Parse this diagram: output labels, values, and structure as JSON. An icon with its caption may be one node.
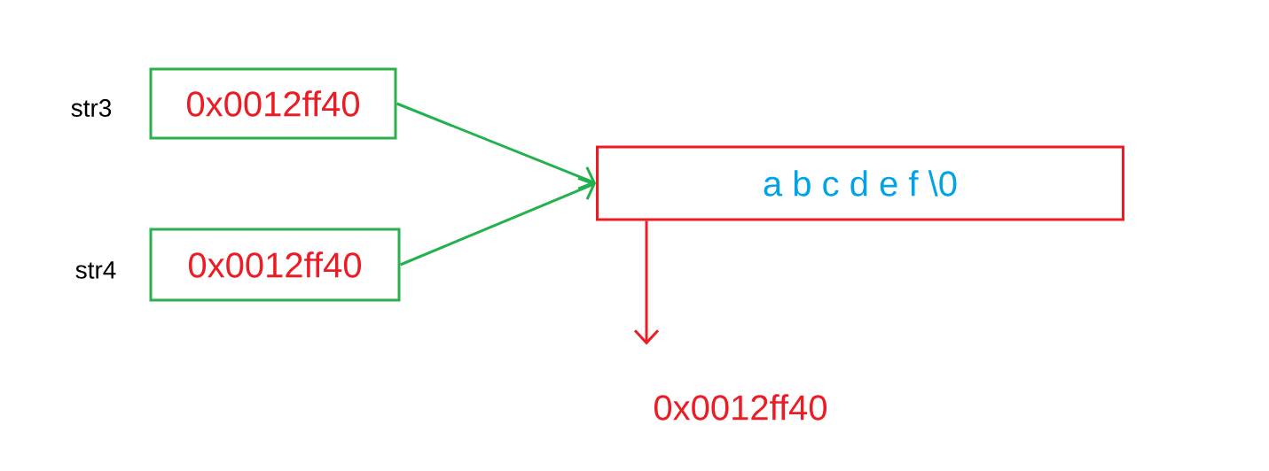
{
  "diagram": {
    "nodes": [
      {
        "text": [
          "0x0012ff40"
        ],
        "beside": [
          "str3"
        ]
      },
      {
        "text": [
          "0x0012ff40"
        ],
        "beside": [
          "str4"
        ]
      },
      {
        "text": [
          "a  b  c  d  e  f  \\0"
        ]
      },
      {
        "text": [
          "0x0012ff40"
        ]
      }
    ],
    "edges": [
      {
        "from": 0,
        "to": 2,
        "arrow": "to"
      },
      {
        "from": 1,
        "to": 2,
        "arrow": "to"
      },
      {
        "from": 2,
        "to": 3,
        "arrow": "to",
        "color": "#ed1c24"
      }
    ]
  }
}
